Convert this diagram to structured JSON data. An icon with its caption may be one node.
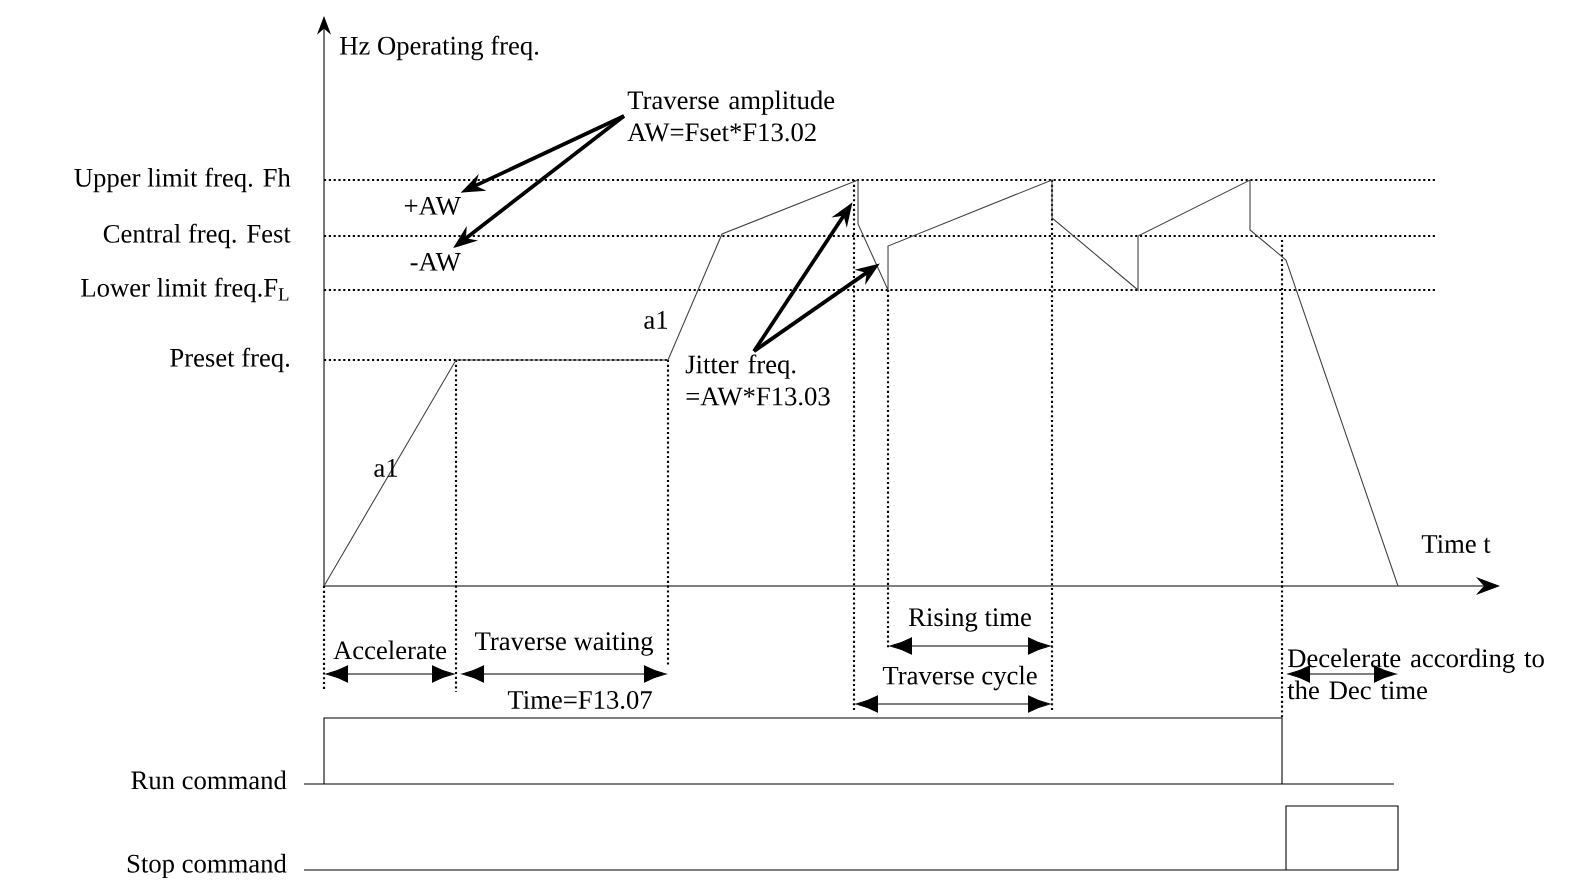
{
  "diagram": {
    "nodes": [
      {
        "text": [
          "Traverse amplitude AW=Fset*F13.02"
        ]
      },
      {
        "text": [
          "+AW"
        ]
      },
      {
        "text": [
          "-AW"
        ]
      },
      {
        "text": [
          "Jitter freq. =AW*F13.03"
        ]
      }
    ],
    "edges": [
      {
        "from": 0,
        "to": 1,
        "arrow": "to"
      },
      {
        "from": 0,
        "to": 2,
        "arrow": "to"
      },
      {
        "from": 3,
        "to": null,
        "arrow": "to"
      },
      {
        "from": 3,
        "to": null,
        "arrow": "to"
      }
    ],
    "labels": [
      "Hz Operating freq.",
      "Upper limit freq. Fh",
      "Central freq. Fest",
      "Lower limit freq.F$_{L}$",
      "a1",
      "Preset freq.",
      "a1",
      "Time t",
      "Accelerate",
      "Traverse waiting",
      "Time=F13.07",
      "Rising time",
      "Traverse cycle",
      "Decelerate according to the Dec time",
      "Run command",
      "Stop command"
    ]
  }
}
